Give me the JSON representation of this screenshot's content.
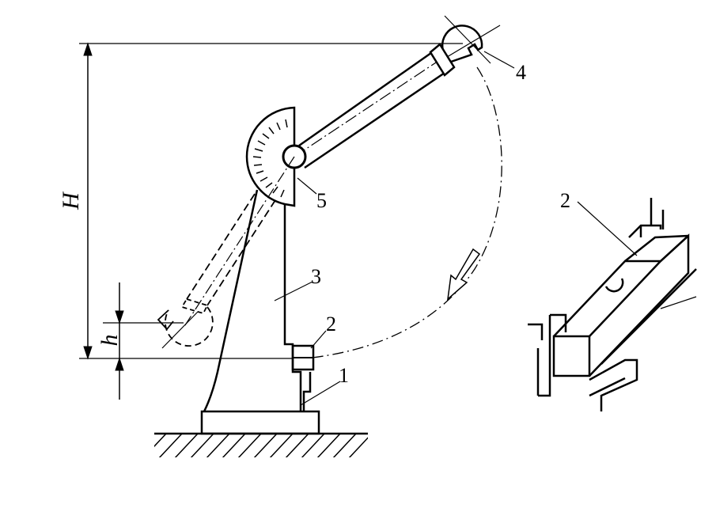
{
  "labels": {
    "base": "1",
    "specimen_main": "2",
    "frame": "3",
    "hammer": "4",
    "dial": "5",
    "specimen_detail": "2"
  },
  "dimensions": {
    "H": "H",
    "h": "h"
  }
}
